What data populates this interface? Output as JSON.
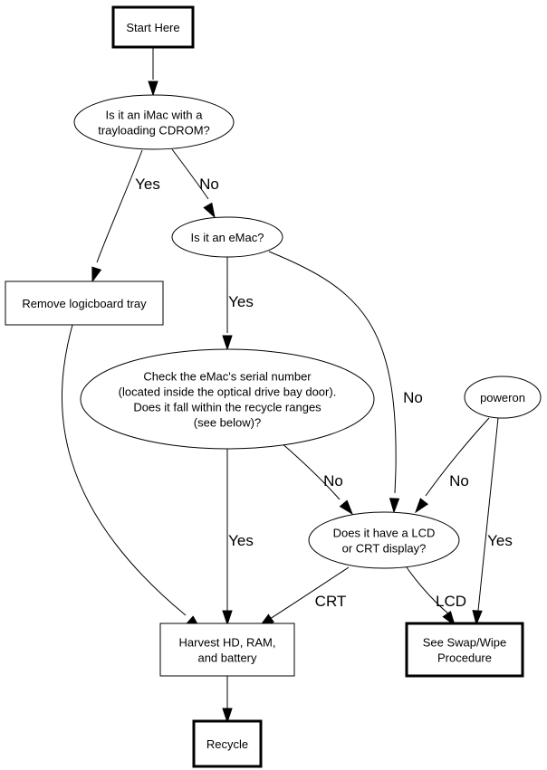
{
  "diagram": {
    "type": "flowchart",
    "nodes": {
      "start": {
        "shape": "box-bold",
        "lines": [
          "Start Here"
        ]
      },
      "imac": {
        "shape": "ellipse",
        "lines": [
          "Is it an iMac with a",
          "trayloading CDROM?"
        ]
      },
      "tray": {
        "shape": "box",
        "lines": [
          "Remove logicboard tray"
        ]
      },
      "emac": {
        "shape": "ellipse",
        "lines": [
          "Is it an eMac?"
        ]
      },
      "serial": {
        "shape": "ellipse",
        "lines": [
          "Check the eMac's serial number",
          "(located inside the optical drive bay door).",
          "Does it fall within the recycle ranges",
          "(see below)?"
        ]
      },
      "poweron": {
        "shape": "ellipse",
        "lines": [
          "poweron"
        ]
      },
      "display": {
        "shape": "ellipse",
        "lines": [
          "Does it have a LCD",
          "or CRT display?"
        ]
      },
      "harvest": {
        "shape": "box",
        "lines": [
          "Harvest HD, RAM,",
          "and battery"
        ]
      },
      "swap": {
        "shape": "box-bold",
        "lines": [
          "See Swap/Wipe",
          "Procedure"
        ]
      },
      "recycle": {
        "shape": "box-bold",
        "lines": [
          "Recycle"
        ]
      }
    },
    "edges": [
      {
        "from": "start",
        "to": "imac",
        "label": ""
      },
      {
        "from": "imac",
        "to": "tray",
        "label": "Yes"
      },
      {
        "from": "imac",
        "to": "emac",
        "label": "No"
      },
      {
        "from": "emac",
        "to": "serial",
        "label": "Yes"
      },
      {
        "from": "emac",
        "to": "display",
        "label": "No"
      },
      {
        "from": "tray",
        "to": "harvest",
        "label": ""
      },
      {
        "from": "serial",
        "to": "harvest",
        "label": "Yes"
      },
      {
        "from": "serial",
        "to": "display",
        "label": "No"
      },
      {
        "from": "poweron",
        "to": "display",
        "label": "No"
      },
      {
        "from": "poweron",
        "to": "swap",
        "label": "Yes"
      },
      {
        "from": "display",
        "to": "harvest",
        "label": "CRT"
      },
      {
        "from": "display",
        "to": "swap",
        "label": "LCD"
      },
      {
        "from": "harvest",
        "to": "recycle",
        "label": ""
      }
    ]
  }
}
